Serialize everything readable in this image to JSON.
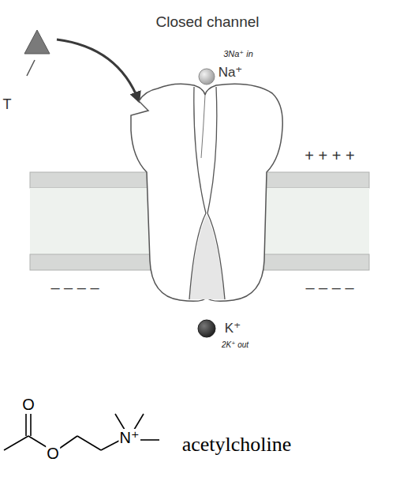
{
  "diagram": {
    "title": "Closed channel",
    "labels": [
      "T",
      "3Na⁺ in",
      "Na⁺",
      "+ + + +",
      "– – – –",
      "– – – –",
      "K⁺",
      "2K⁺ out",
      "O",
      "O",
      "N⁺",
      "acetylcholine"
    ]
  }
}
